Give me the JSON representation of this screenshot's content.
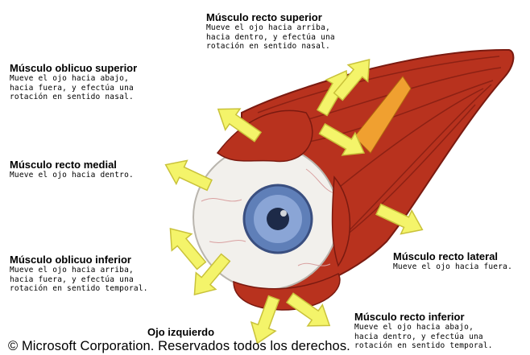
{
  "colors": {
    "muscle": "#b8321e",
    "muscle_dark": "#7a1a10",
    "sclera": "#f2f0ec",
    "iris": "#5f7fb8",
    "arrow": "#f4f46a",
    "arrow_stroke": "#c9c23a",
    "tendon": "#f0a030"
  },
  "icons": [
    "eyeball-illustration",
    "direction-arrow"
  ],
  "muscles": [
    {
      "id": "recto-superior",
      "title": "Músculo recto superior",
      "lines": [
        "Mueve el ojo hacia arriba,",
        "hacia dentro, y efectúa una",
        "rotación en sentido nasal."
      ]
    },
    {
      "id": "oblicuo-superior",
      "title": "Músculo oblicuo superior",
      "lines": [
        "Mueve el ojo hacia abajo,",
        "hacia fuera, y efectúa una",
        "rotación en sentido nasal."
      ]
    },
    {
      "id": "recto-medial",
      "title": "Músculo recto medial",
      "lines": [
        "Mueve el ojo hacia dentro."
      ]
    },
    {
      "id": "oblicuo-inferior",
      "title": "Músculo oblicuo inferior",
      "lines": [
        "Mueve el ojo hacia arriba,",
        "hacia fuera, y efectúa una",
        "rotación en sentido temporal."
      ]
    },
    {
      "id": "recto-lateral",
      "title": "Músculo recto lateral",
      "lines": [
        "Mueve el ojo hacia fuera."
      ]
    },
    {
      "id": "recto-inferior",
      "title": "Músculo recto inferior",
      "lines": [
        "Mueve el ojo hacia abajo,",
        "hacia dentro, y efectúa una",
        "rotación en sentido temporal."
      ]
    }
  ],
  "eye_caption": "Ojo izquierdo",
  "copyright": "© Microsoft Corporation. Reservados todos los derechos."
}
